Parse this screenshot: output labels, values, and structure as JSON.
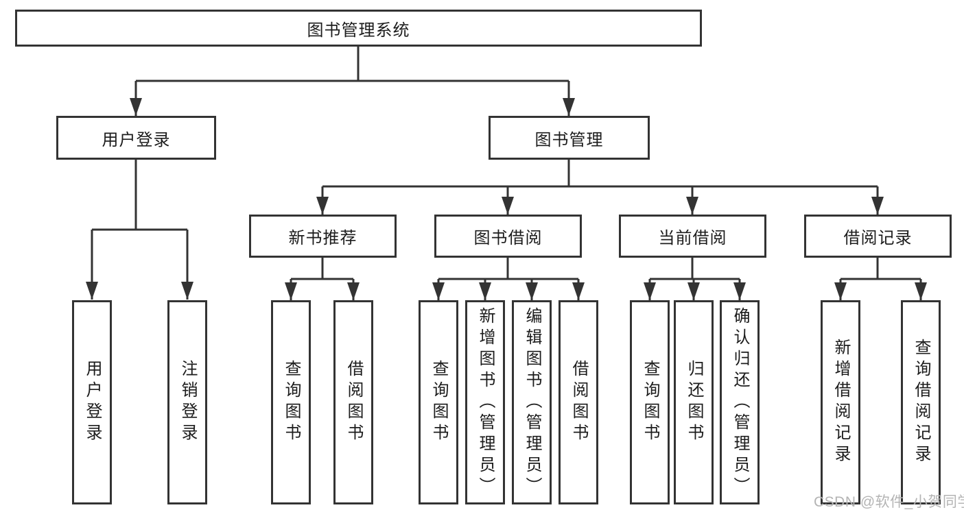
{
  "nodes": {
    "root": {
      "label": "图书管理系统"
    },
    "level2": {
      "user_login": {
        "label": "用户登录"
      },
      "book_management": {
        "label": "图书管理"
      }
    },
    "level3": {
      "new_book_recommend": {
        "label": "新书推荐"
      },
      "book_borrow": {
        "label": "图书借阅"
      },
      "current_borrow": {
        "label": "当前借阅"
      },
      "borrow_record": {
        "label": "借阅记录"
      }
    },
    "leaves": {
      "user_login_leaf": {
        "label": "用户登录"
      },
      "logout": {
        "label": "注销登录"
      },
      "nbr_query_book": {
        "label": "查询图书"
      },
      "nbr_borrow_book": {
        "label": "借阅图书"
      },
      "bb_query_book": {
        "label": "查询图书"
      },
      "bb_add_book": {
        "label": "新增图书（管理员）"
      },
      "bb_edit_book": {
        "label": "编辑图书（管理员）"
      },
      "bb_borrow_book": {
        "label": "借阅图书"
      },
      "cb_query_book": {
        "label": "查询图书"
      },
      "cb_return_book": {
        "label": "归还图书"
      },
      "cb_confirm_return": {
        "label": "确认归还（管理员）"
      },
      "br_add_record": {
        "label": "新增借阅记录"
      },
      "br_query_record": {
        "label": "查询借阅记录"
      }
    }
  },
  "watermark": {
    "text": "CSDN @软件_小贺同学"
  },
  "colors": {
    "line": "#333333",
    "text": "#1c1c1c",
    "watermark": "#b4b4b4",
    "bg": "#ffffff"
  }
}
